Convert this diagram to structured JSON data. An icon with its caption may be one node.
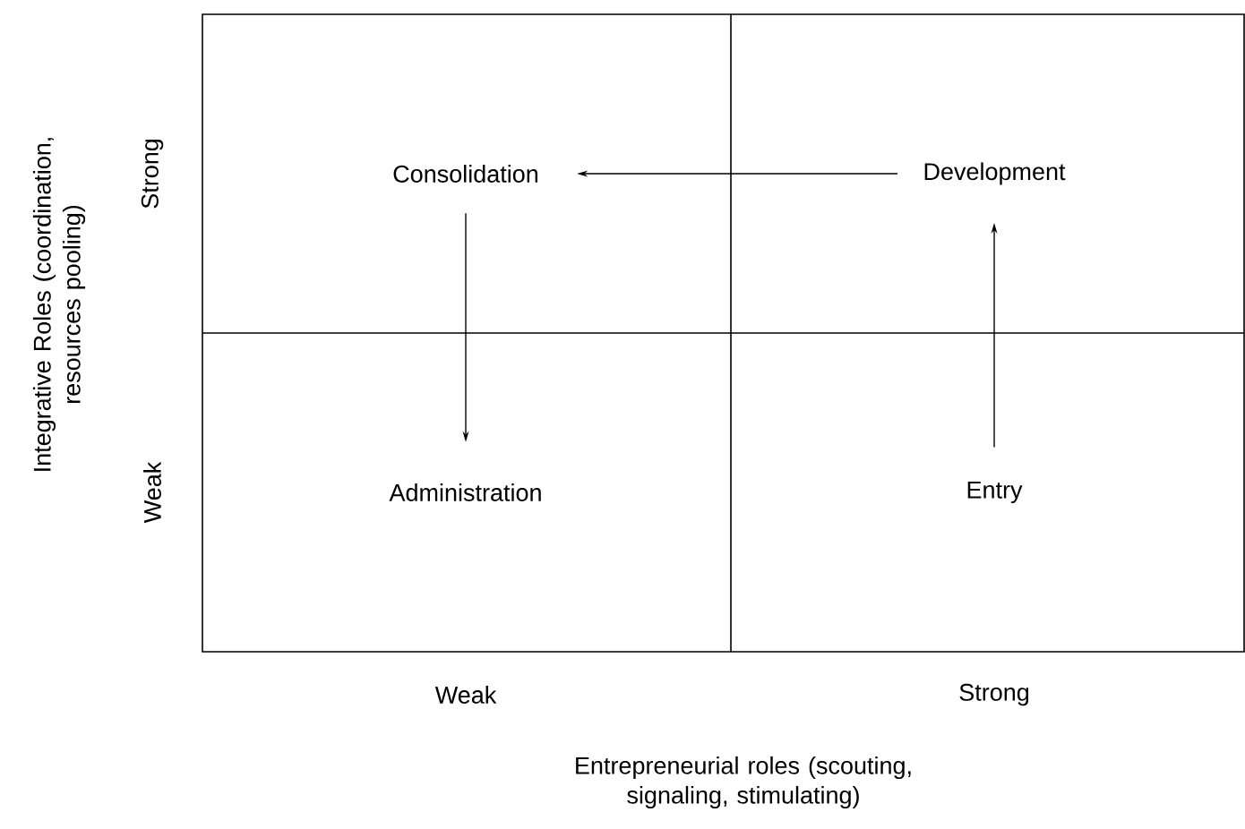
{
  "diagram": {
    "nodes": [
      {
        "text": [
          "Consolidation"
        ]
      },
      {
        "text": [
          "Development"
        ]
      },
      {
        "text": [
          "Administration"
        ]
      },
      {
        "text": [
          "Entry"
        ]
      }
    ],
    "edges": [
      {
        "from": 1,
        "to": 0,
        "arrow": "to"
      },
      {
        "from": 0,
        "to": 2,
        "arrow": "to"
      },
      {
        "from": 3,
        "to": 1,
        "arrow": "to"
      }
    ],
    "labels": [
      "Integrative Roles (coordination, resources pooling)",
      "Strong",
      "Weak",
      "Weak",
      "Strong",
      "Entrepreneurial roles (scouting, signaling, stimulating)"
    ]
  }
}
